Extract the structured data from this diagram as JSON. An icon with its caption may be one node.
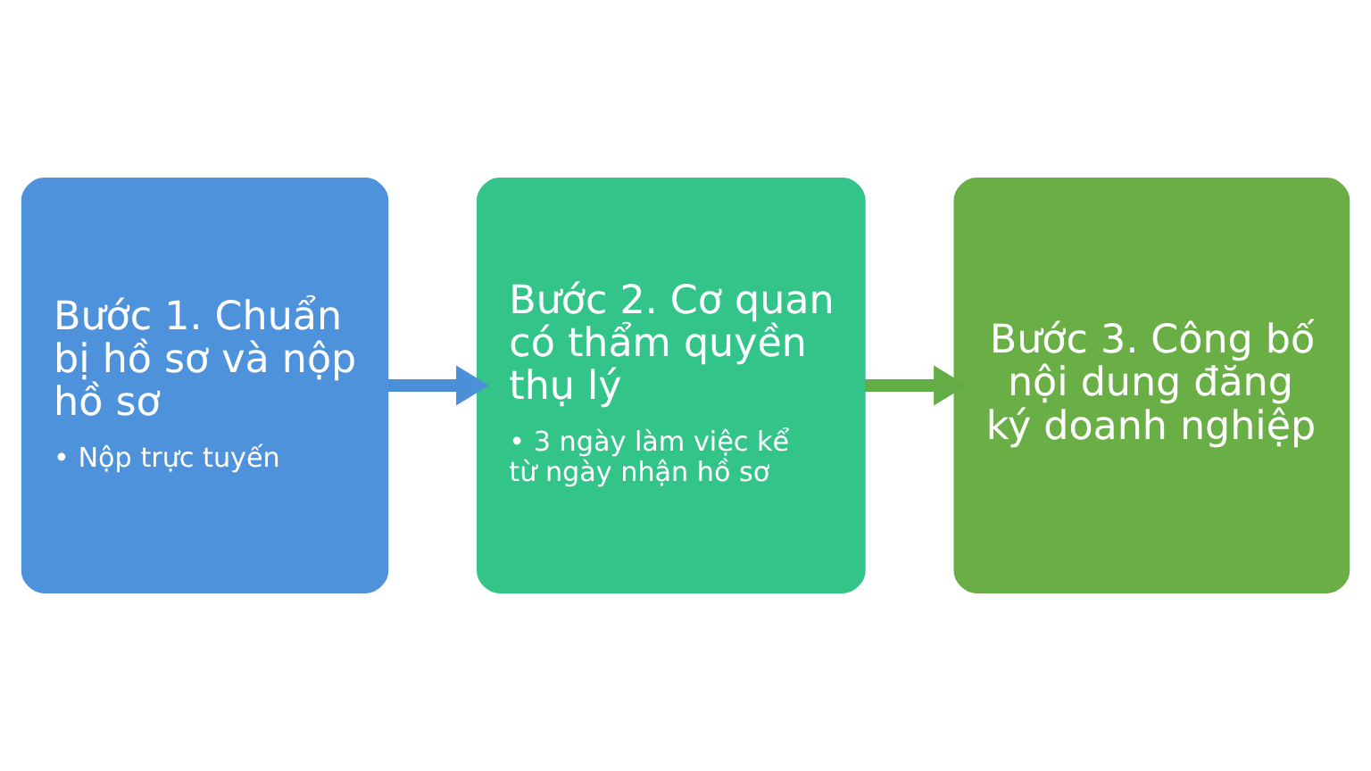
{
  "diagram": {
    "nodes": [
      {
        "text": [
          "Bước 1. Chuẩn bị hồ sơ và nộp hồ sơ",
          "• Nộp trực tuyến"
        ]
      },
      {
        "text": [
          "Bước 2. Cơ quan có thẩm quyền thụ lý",
          "• 3 ngày làm việc kể từ ngày nhận hồ sơ"
        ]
      },
      {
        "text": [
          "Bước 3. Công bố nội dung đăng ký doanh nghiệp"
        ]
      }
    ],
    "edges": [
      {
        "from": 0,
        "to": 1,
        "arrow": "to",
        "color": "#4a8fd8"
      },
      {
        "from": 1,
        "to": 2,
        "arrow": "to",
        "color": "#62ad45"
      }
    ]
  }
}
